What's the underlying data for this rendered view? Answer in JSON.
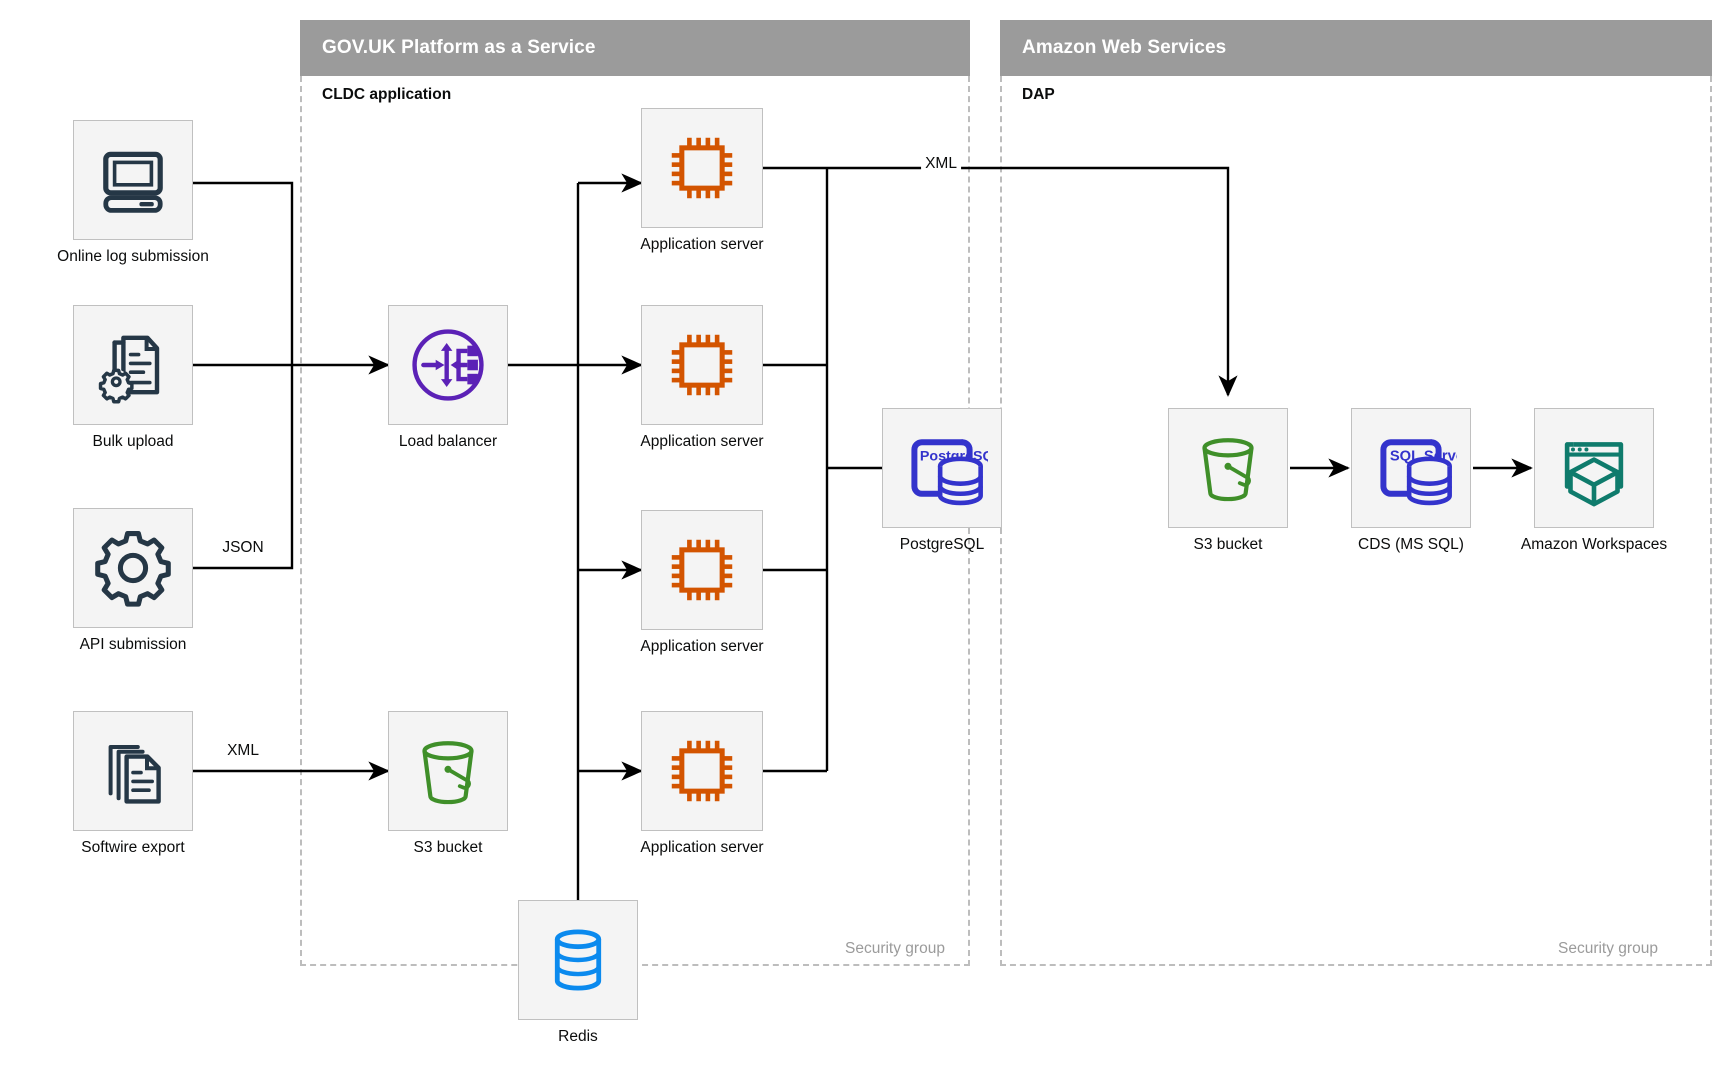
{
  "groups": [
    {
      "id": "paas",
      "title": "GOV.UK Platform as a Service",
      "sublabel": "CLDC application",
      "security_label": "Security group"
    },
    {
      "id": "aws",
      "title": "Amazon Web Services",
      "sublabel": "DAP",
      "security_label": "Security group"
    }
  ],
  "nodes": {
    "online_log_submission": {
      "label": "Online log submission",
      "icon": "desktop-computer-icon",
      "color": "#253746"
    },
    "bulk_upload": {
      "label": "Bulk upload",
      "icon": "documents-gear-icon",
      "color": "#253746"
    },
    "api_submission": {
      "label": "API submission",
      "icon": "gear-icon",
      "color": "#253746"
    },
    "softwire_export": {
      "label": "Softwire export",
      "icon": "document-stack-icon",
      "color": "#253746"
    },
    "load_balancer": {
      "label": "Load balancer",
      "icon": "load-balancer-icon",
      "color": "#5b21b6"
    },
    "app_server_1": {
      "label": "Application server",
      "icon": "cpu-chip-icon",
      "color": "#d35400"
    },
    "app_server_2": {
      "label": "Application server",
      "icon": "cpu-chip-icon",
      "color": "#d35400"
    },
    "app_server_3": {
      "label": "Application server",
      "icon": "cpu-chip-icon",
      "color": "#d35400"
    },
    "app_server_4": {
      "label": "Application server",
      "icon": "cpu-chip-icon",
      "color": "#d35400"
    },
    "postgresql": {
      "label": "PostgreSQL",
      "icon": "postgresql-icon",
      "icon_text": "PostgreSQL",
      "color": "#3333cc"
    },
    "s3_paas": {
      "label": "S3 bucket",
      "icon": "s3-bucket-icon",
      "color": "#3f8f29"
    },
    "redis": {
      "label": "Redis",
      "icon": "redis-database-icon",
      "color": "#0b8aee"
    },
    "s3_aws": {
      "label": "S3 bucket",
      "icon": "s3-bucket-icon",
      "color": "#3f8f29"
    },
    "cds": {
      "label": "CDS (MS SQL)",
      "icon": "sql-server-icon",
      "icon_text": "SQL Server",
      "color": "#3333cc"
    },
    "workspaces": {
      "label": "Amazon Workspaces",
      "icon": "amazon-workspaces-icon",
      "color": "#0f7b6c"
    }
  },
  "edge_labels": {
    "json": "JSON",
    "xml_softwire": "XML",
    "xml_to_aws": "XML"
  },
  "colors": {
    "header_gray": "#9b9b9b",
    "box_fill": "#f4f4f4",
    "box_border": "#c0c0c0",
    "dashed_border": "#bdbdbd",
    "wire": "#000000",
    "text": "#0b0c0c",
    "muted_text": "#9b9b9b"
  }
}
